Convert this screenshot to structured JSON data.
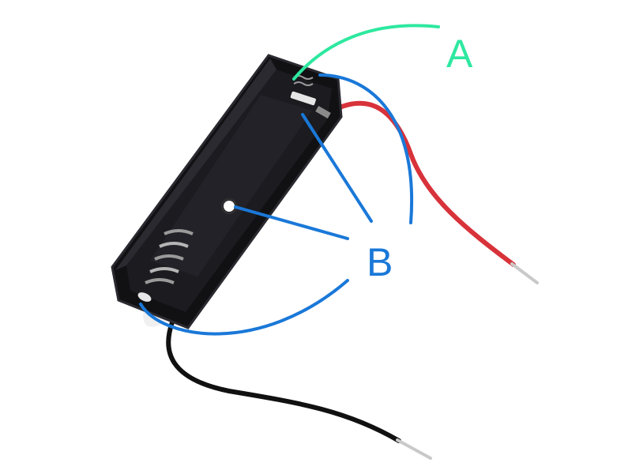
{
  "labels": {
    "a": {
      "text": "A",
      "color": "#2ee8a0"
    },
    "b": {
      "text": "B",
      "color": "#1a78d8"
    }
  },
  "colors": {
    "holder_body": "#111114",
    "holder_edge": "#2a2a30",
    "red_wire": "#d8323a",
    "black_wire": "#111111",
    "wire_tip": "#c9c9c9",
    "spring_metal": "#9a9a9a",
    "pointer_a": "#2ee8a0",
    "pointer_b": "#1a78d8"
  },
  "objects": [
    "battery-holder",
    "spring-contact",
    "flat-contact",
    "mounting-hole",
    "red-wire",
    "black-wire"
  ]
}
